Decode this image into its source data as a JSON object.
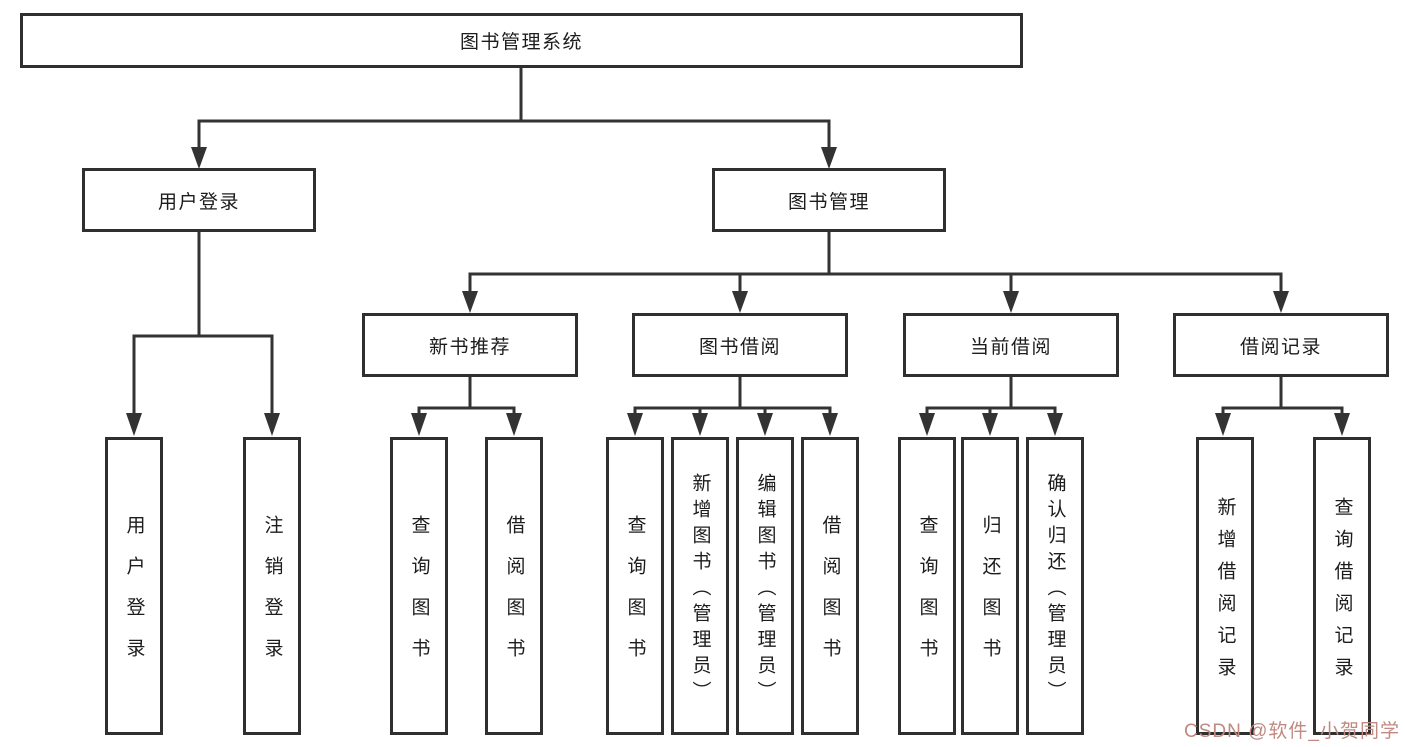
{
  "diagram": {
    "root": {
      "label": "图书管理系统"
    },
    "level2": [
      {
        "label": "用户登录",
        "parent": "图书管理系统"
      },
      {
        "label": "图书管理",
        "parent": "图书管理系统"
      }
    ],
    "level3": [
      {
        "label": "新书推荐",
        "parent": "图书管理"
      },
      {
        "label": "图书借阅",
        "parent": "图书管理"
      },
      {
        "label": "当前借阅",
        "parent": "图书管理"
      },
      {
        "label": "借阅记录",
        "parent": "图书管理"
      }
    ],
    "leaves": [
      {
        "label": "用户登录",
        "parent": "用户登录"
      },
      {
        "label": "注销登录",
        "parent": "用户登录"
      },
      {
        "label": "查询图书",
        "parent": "新书推荐"
      },
      {
        "label": "借阅图书",
        "parent": "新书推荐"
      },
      {
        "label": "查询图书",
        "parent": "图书借阅"
      },
      {
        "label": "新增图书（管理员）",
        "parent": "图书借阅"
      },
      {
        "label": "编辑图书（管理员）",
        "parent": "图书借阅"
      },
      {
        "label": "借阅图书",
        "parent": "图书借阅"
      },
      {
        "label": "查询图书",
        "parent": "当前借阅"
      },
      {
        "label": "归还图书",
        "parent": "当前借阅"
      },
      {
        "label": "确认归还（管理员）",
        "parent": "当前借阅"
      },
      {
        "label": "新增借阅记录",
        "parent": "借阅记录"
      },
      {
        "label": "查询借阅记录",
        "parent": "借阅记录"
      }
    ]
  },
  "watermark": {
    "text": "CSDN @软件_小贺同学",
    "color": "#c08a82"
  },
  "style": {
    "line_color": "#333333",
    "box_border_color": "#2f2f2f",
    "text_color": "#1c1c1c",
    "background": "#ffffff"
  }
}
